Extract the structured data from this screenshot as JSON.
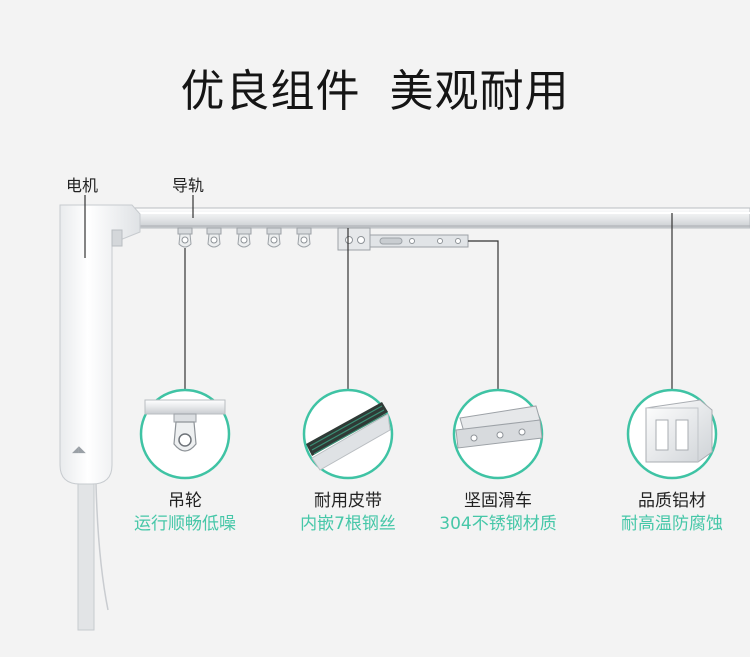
{
  "title": "优良组件 美观耐用",
  "labels": {
    "motor": "电机",
    "track": "导轨"
  },
  "features": [
    {
      "name": "吊轮",
      "desc": "运行顺畅低噪"
    },
    {
      "name": "耐用皮带",
      "desc": "内嵌7根钢丝"
    },
    {
      "name": "坚固滑车",
      "desc": "304不锈钢材质"
    },
    {
      "name": "品质铝材",
      "desc": "耐高温防腐蚀"
    }
  ],
  "colors": {
    "accent": "#46c7a8",
    "background": "#f3f3f3",
    "circle_border": "#3fc3a4"
  }
}
